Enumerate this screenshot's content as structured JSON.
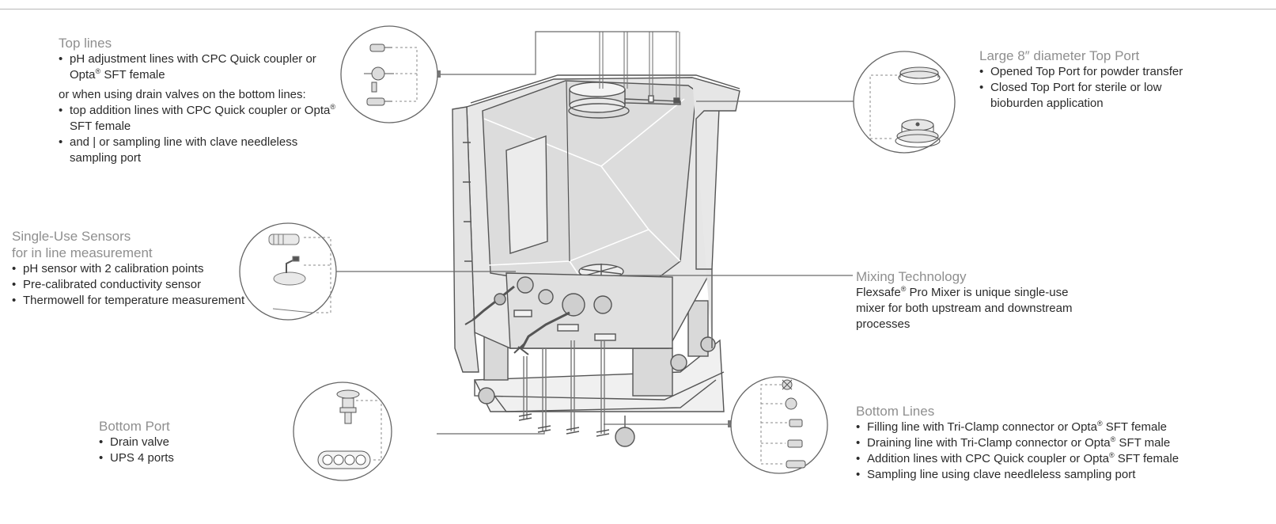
{
  "top_lines": {
    "title": "Top lines",
    "item1": "pH adjustment lines with CPC Quick coupler or Opta® SFT female",
    "or_text": "or when using drain valves on the bottom lines:",
    "item2": "top addition lines with CPC Quick coupler or Opta® SFT female",
    "item3": "and | or sampling line with clave needleless sampling port"
  },
  "sensors": {
    "title": "Single-Use Sensors",
    "subtitle": "for in line measurement",
    "items": [
      "pH sensor with 2 calibration points",
      "Pre-calibrated conductivity sensor",
      "Thermowell for temperature measurement"
    ]
  },
  "bottom_port": {
    "title": "Bottom Port",
    "items": [
      "Drain valve",
      "UPS 4 ports"
    ]
  },
  "large_port": {
    "title": "Large 8″ diameter Top Port",
    "items": [
      "Opened Top Port for powder transfer",
      "Closed Top Port for sterile or low bioburden application"
    ]
  },
  "mixing": {
    "title": "Mixing Technology",
    "text": "Flexsafe® Pro Mixer is unique single-use mixer for both upstream and downstream processes"
  },
  "bottom_lines": {
    "title": "Bottom Lines",
    "items": [
      "Filling line with Tri-Clamp connector or Opta® SFT female",
      "Draining line with Tri-Clamp connector or Opta® SFT male",
      "Addition lines with CPC Quick coupler or Opta® SFT female",
      "Sampling line using clave needleless sampling port"
    ]
  },
  "colors": {
    "line": "#9a9a9a",
    "stroke": "#555555",
    "fill": "#e3e3e3",
    "title": "#8f8f8f"
  }
}
